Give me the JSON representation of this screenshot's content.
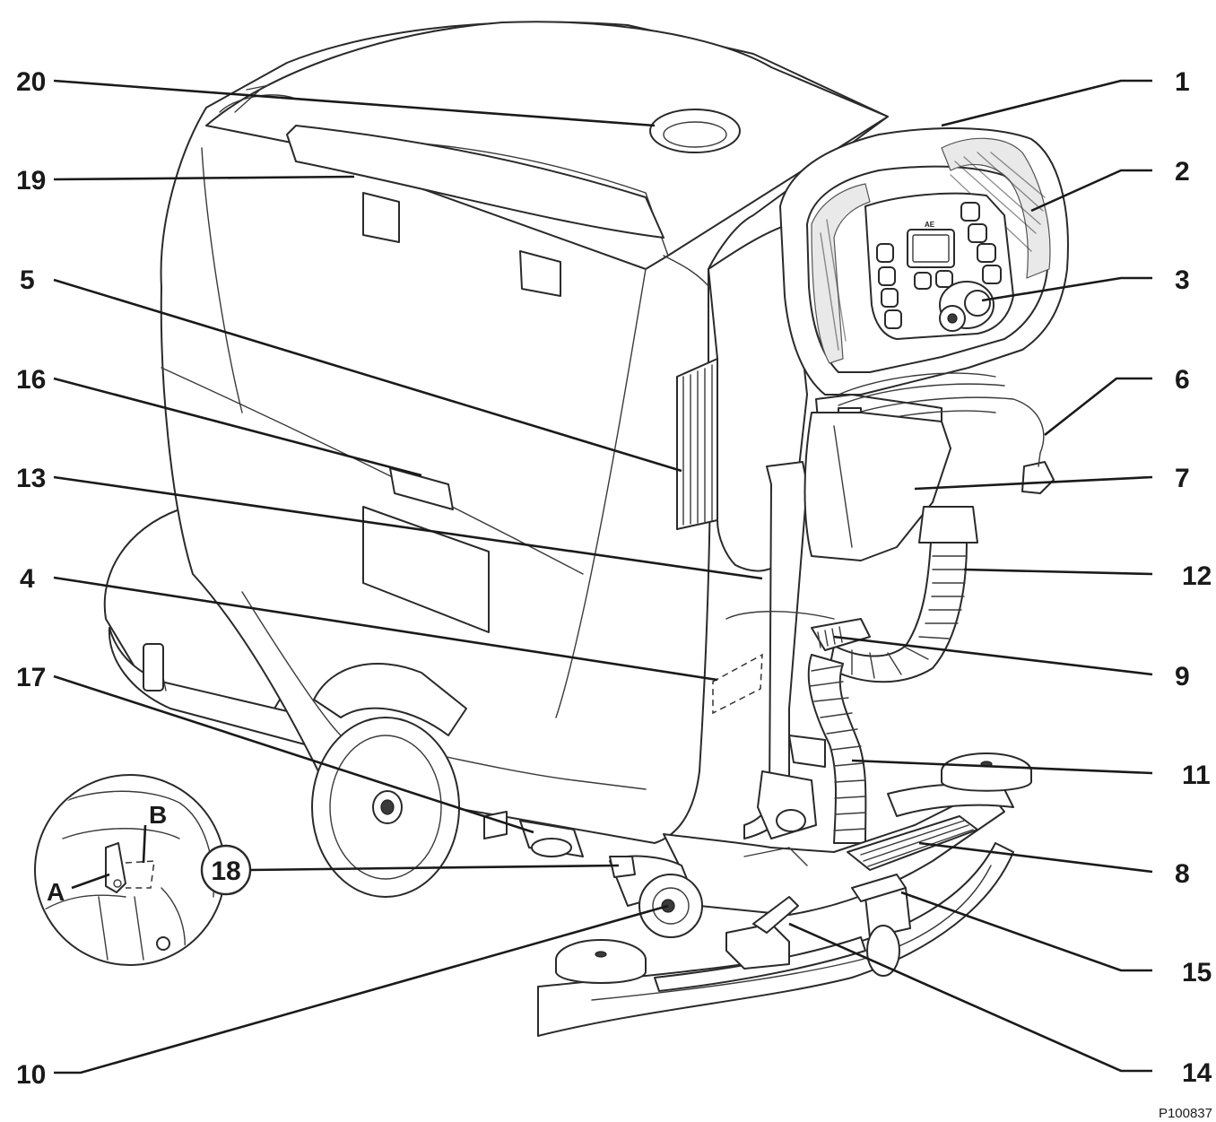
{
  "figure": {
    "id": "P100837",
    "callouts": [
      "1",
      "2",
      "3",
      "4",
      "5",
      "6",
      "7",
      "8",
      "9",
      "10",
      "11",
      "12",
      "13",
      "14",
      "15",
      "16",
      "17",
      "18",
      "19",
      "20"
    ],
    "detail_view": {
      "number": "18",
      "labels": [
        "A",
        "B"
      ]
    }
  },
  "icons": {
    "machine": "floor-scrubber-drawing",
    "detail": "magnified-detail-circle"
  }
}
